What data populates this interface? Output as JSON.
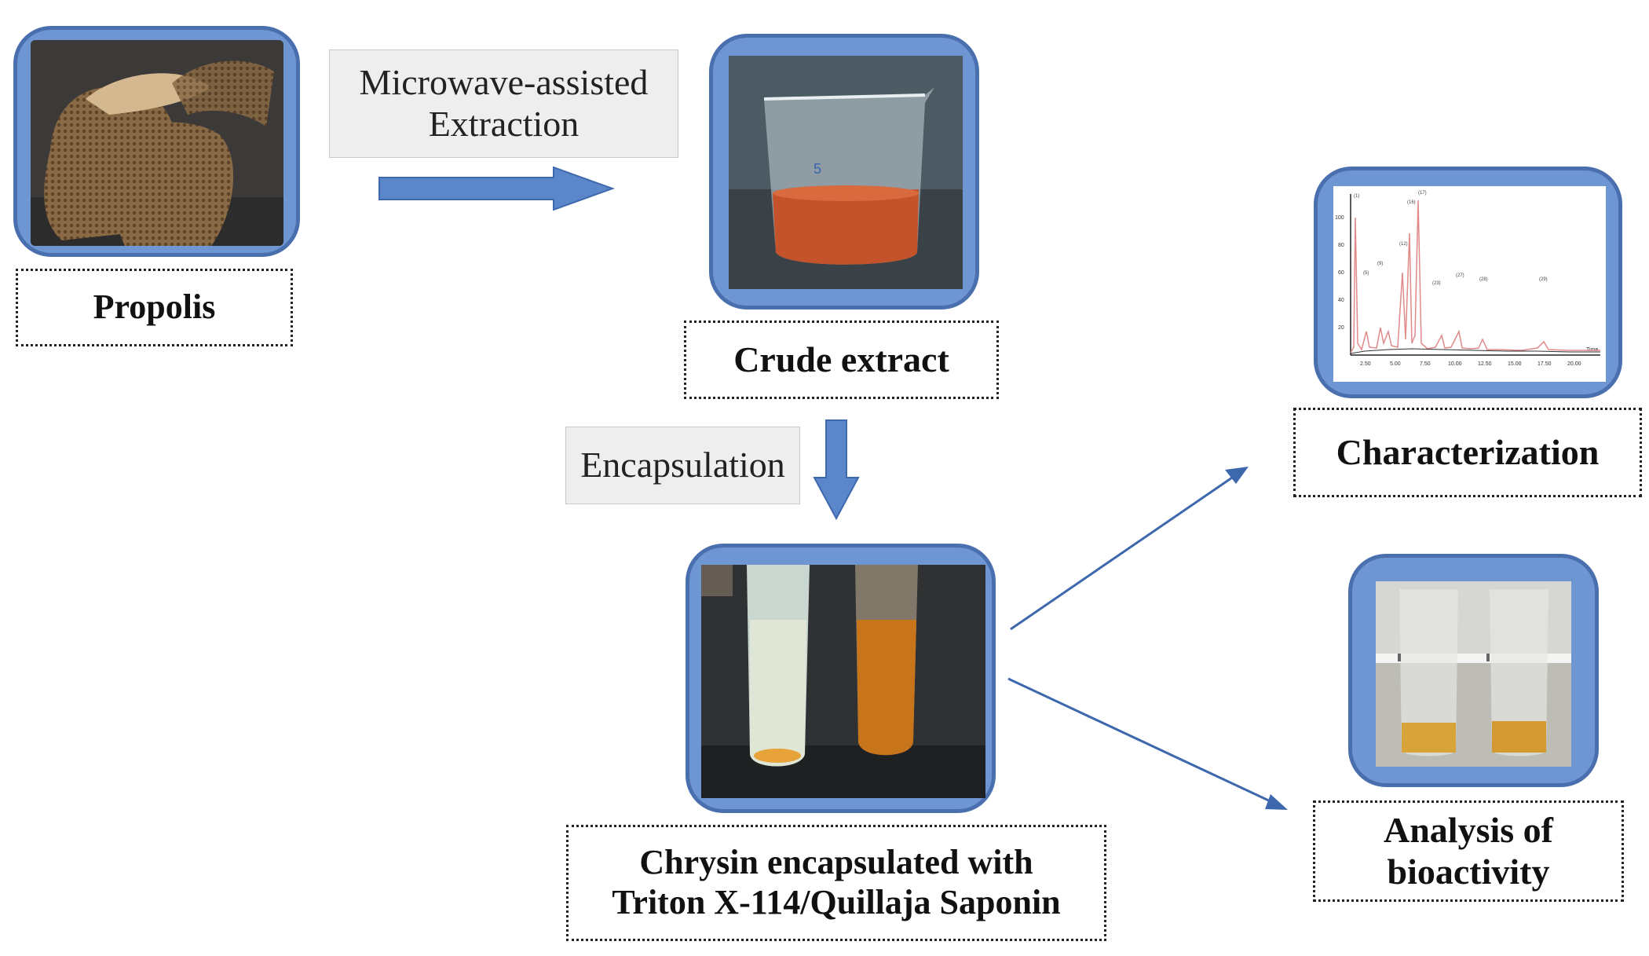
{
  "nodes": {
    "propolis": {
      "label": "Propolis"
    },
    "crude_extract": {
      "label": "Crude extract"
    },
    "encapsulated": {
      "line1": "Chrysin encapsulated with",
      "line2": "Triton X-114/Quillaja Saponin"
    },
    "characterization": {
      "label": "Characterization"
    },
    "bioactivity": {
      "line1": "Analysis of",
      "line2": "bioactivity"
    }
  },
  "steps": {
    "extraction": {
      "line1": "Microwave-assisted",
      "line2": "Extraction"
    },
    "encapsulation": {
      "label": "Encapsulation"
    }
  },
  "chromatogram": {
    "x_ticks": [
      "2.50",
      "5.00",
      "7.50",
      "10.00",
      "12.50",
      "15.00",
      "17.50",
      "20.00"
    ],
    "y_ticks": [
      "100",
      "80",
      "60",
      "40",
      "20"
    ],
    "peak_labels": [
      "(1)",
      "(5)",
      "(9)",
      "(12)",
      "(16)",
      "(17)",
      "(23)",
      "(27)",
      "(28)",
      "(29)"
    ],
    "x_unit": "Time"
  },
  "colors": {
    "frame_fill": "#6e96d3",
    "frame_border": "#4a6fae",
    "arrow": "#4a78c0",
    "step_box": "#eeeeee"
  }
}
